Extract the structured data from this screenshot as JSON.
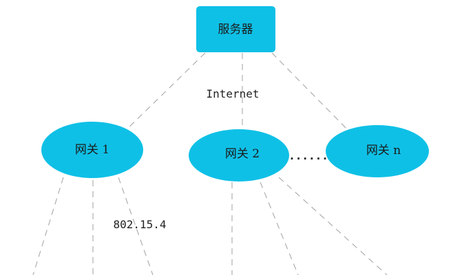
{
  "diagram": {
    "server": {
      "label": "服务器"
    },
    "internet_label": "Internet",
    "gateways": [
      {
        "label": "网关 1"
      },
      {
        "label": "网关 2"
      },
      {
        "label": "网关 n"
      }
    ],
    "ellipsis": "......",
    "link_label": "802.15.4",
    "colors": {
      "node_fill": "#0FC0E6",
      "dashed_line": "#A8A8A8",
      "text": "#1A1A1A"
    }
  }
}
